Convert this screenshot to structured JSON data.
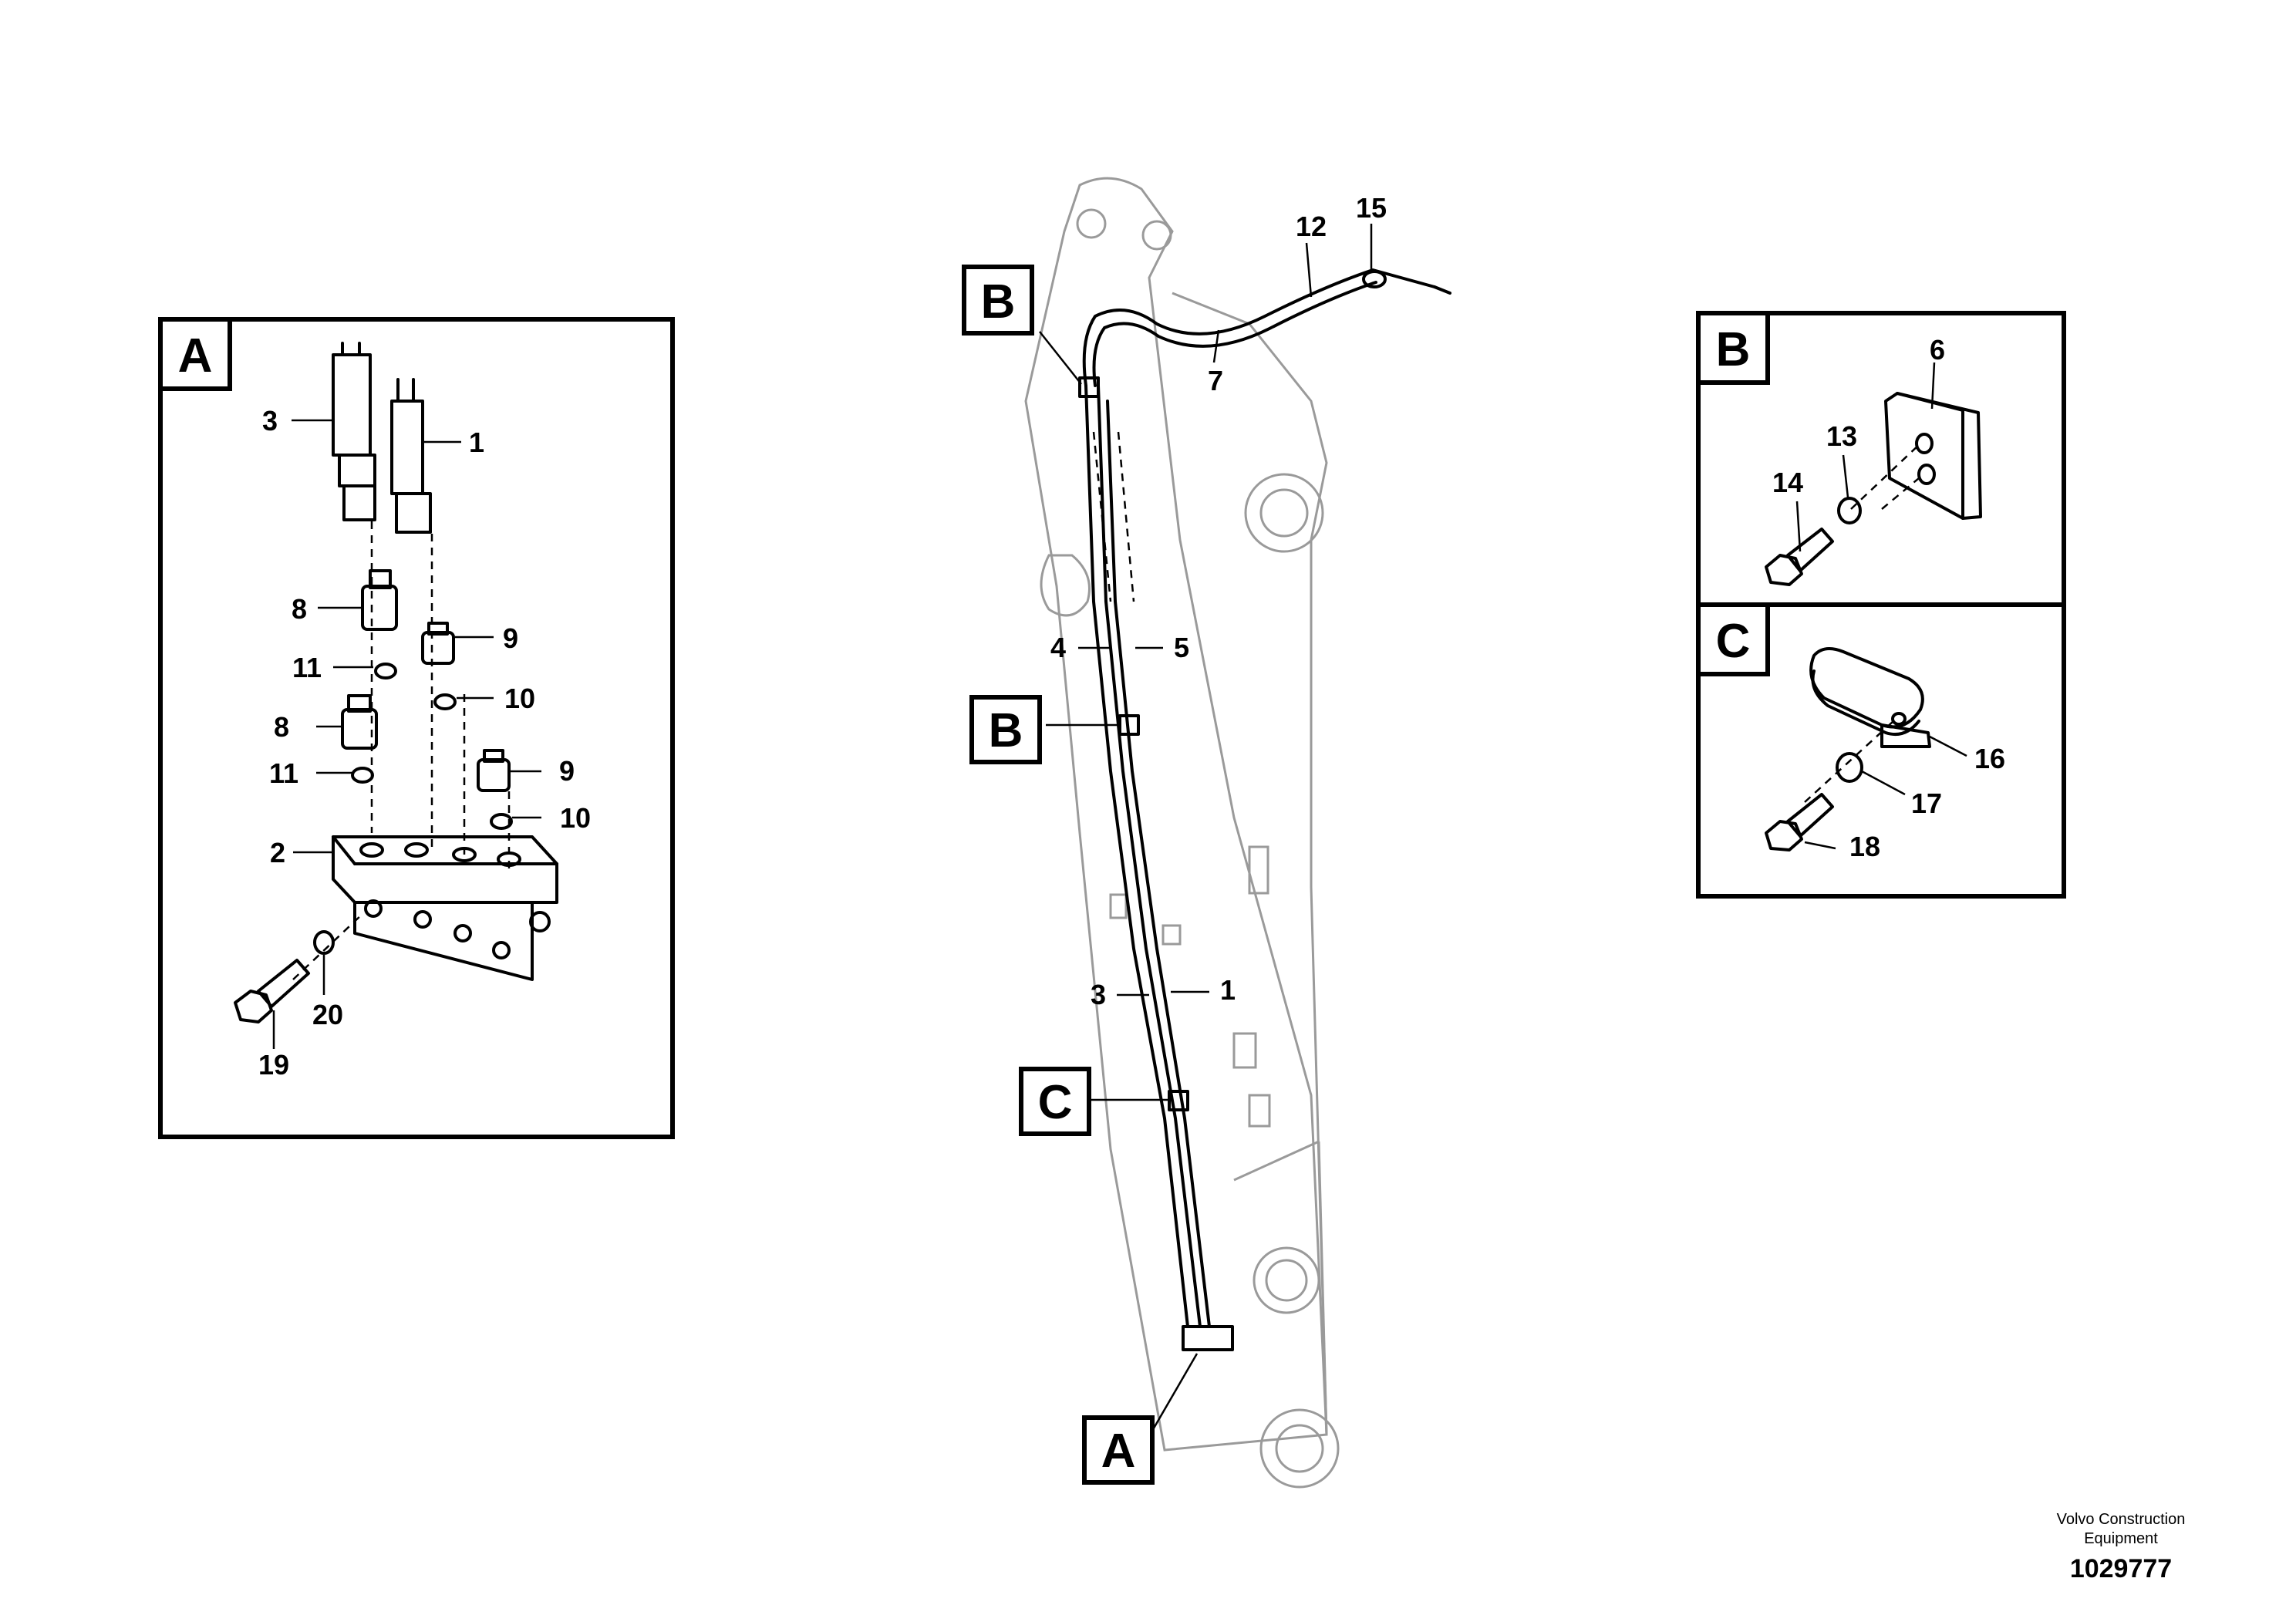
{
  "detail_labels": {
    "a": "A",
    "b": "B",
    "c": "C"
  },
  "callouts": {
    "1": "1",
    "2": "2",
    "3": "3",
    "4": "4",
    "5": "5",
    "6": "6",
    "7": "7",
    "8": "8",
    "9": "9",
    "10": "10",
    "11": "11",
    "12": "12",
    "13": "13",
    "14": "14",
    "15": "15",
    "16": "16",
    "17": "17",
    "18": "18",
    "19": "19",
    "20": "20"
  },
  "footer": {
    "brand": "Volvo Construction Equipment",
    "drawing_number": "1029777"
  }
}
